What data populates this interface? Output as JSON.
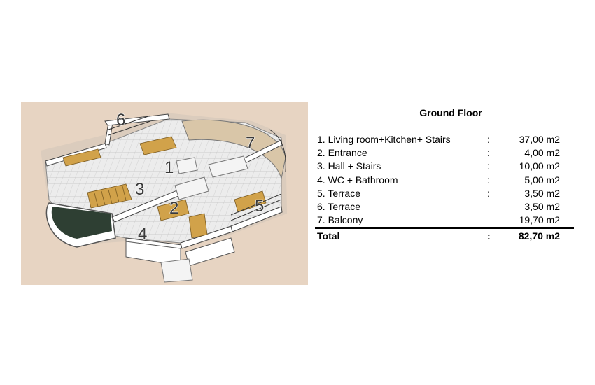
{
  "floor_title": "Ground Floor",
  "rooms": [
    {
      "name": "1. Living room+Kitchen+ Stairs",
      "sep": ":",
      "area": "37,00 m2"
    },
    {
      "name": "2. Entrance",
      "sep": ":",
      "area": "4,00 m2"
    },
    {
      "name": "3. Hall + Stairs",
      "sep": ":",
      "area": "10,00 m2"
    },
    {
      "name": "4. WC + Bathroom",
      "sep": ":",
      "area": "5,00 m2"
    },
    {
      "name": "5. Terrace",
      "sep": ":",
      "area": "3,50 m2"
    },
    {
      "name": "6. Terrace",
      "sep": "",
      "area": "3,50 m2"
    },
    {
      "name": "7. Balcony",
      "sep": "",
      "area": "19,70 m2"
    }
  ],
  "total": {
    "label": "Total",
    "sep": ":",
    "area": "82,70 m2"
  },
  "plan_labels": [
    "1",
    "2",
    "3",
    "4",
    "5",
    "6",
    "7"
  ],
  "colors": {
    "plan_background": "#e7d4c2",
    "floor": "#e9e9e9",
    "wall": "#ffffff",
    "wood": "#d1a24a",
    "glass": "#2f4a3a"
  }
}
